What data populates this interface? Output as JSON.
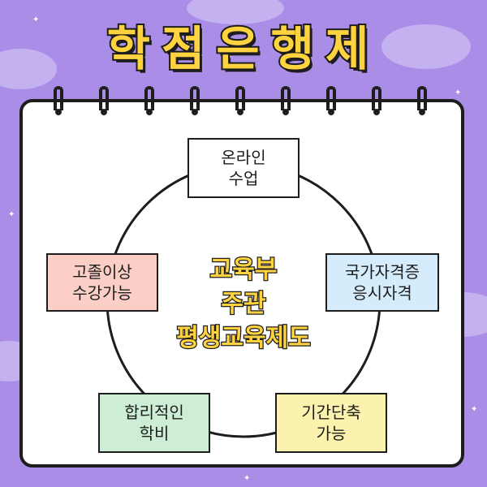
{
  "title": "학점은행제",
  "center": {
    "line1": "교육부",
    "line2": "주관",
    "line3": "평생교육제도"
  },
  "boxes": {
    "online": {
      "line1": "온라인",
      "line2": "수업",
      "color": "#ffffff"
    },
    "license": {
      "line1": "국가자격증",
      "line2": "응시자격",
      "color": "#d4ecfb"
    },
    "highschool": {
      "line1": "고졸이상",
      "line2": "수강가능",
      "color": "#fbcfc6"
    },
    "tuition": {
      "line1": "합리적인",
      "line2": "학비",
      "color": "#cdeed5"
    },
    "shorten": {
      "line1": "기간단축",
      "line2": "가능",
      "color": "#fbf2ad"
    }
  },
  "colors": {
    "background": "#a98de6",
    "title": "#ffd23f",
    "outline": "#1d1d1d"
  },
  "icons": [
    "cloud-icon",
    "star-icon",
    "binder-ring-icon"
  ]
}
